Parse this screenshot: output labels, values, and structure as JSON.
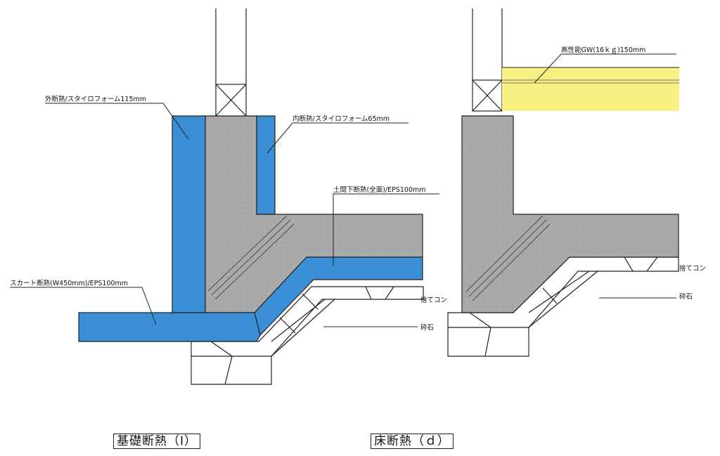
{
  "left_diagram": {
    "caption": "基礎断熱（Ⅰ）",
    "labels": {
      "outer": "外断熱/スタイロフォーム115mm",
      "inner": "内断熱/スタイロフォーム65mm",
      "slab": "土間下断熱(全面)/EPS100mm",
      "skirt": "スカート断熱(W450mm)/EPS100mm",
      "lean": "捨てコン",
      "gravel": "砕石"
    }
  },
  "right_diagram": {
    "caption": "床断熱（ｄ）",
    "labels": {
      "gw": "高性能GW(16ｋｇ)150mm",
      "lean": "捨てコン",
      "gravel": "砕石"
    }
  },
  "colors": {
    "insulation_blue": "#3a8fd6",
    "concrete_gray": "#a9a9a9",
    "glasswool_yellow": "#f7f184",
    "line": "#222222"
  }
}
